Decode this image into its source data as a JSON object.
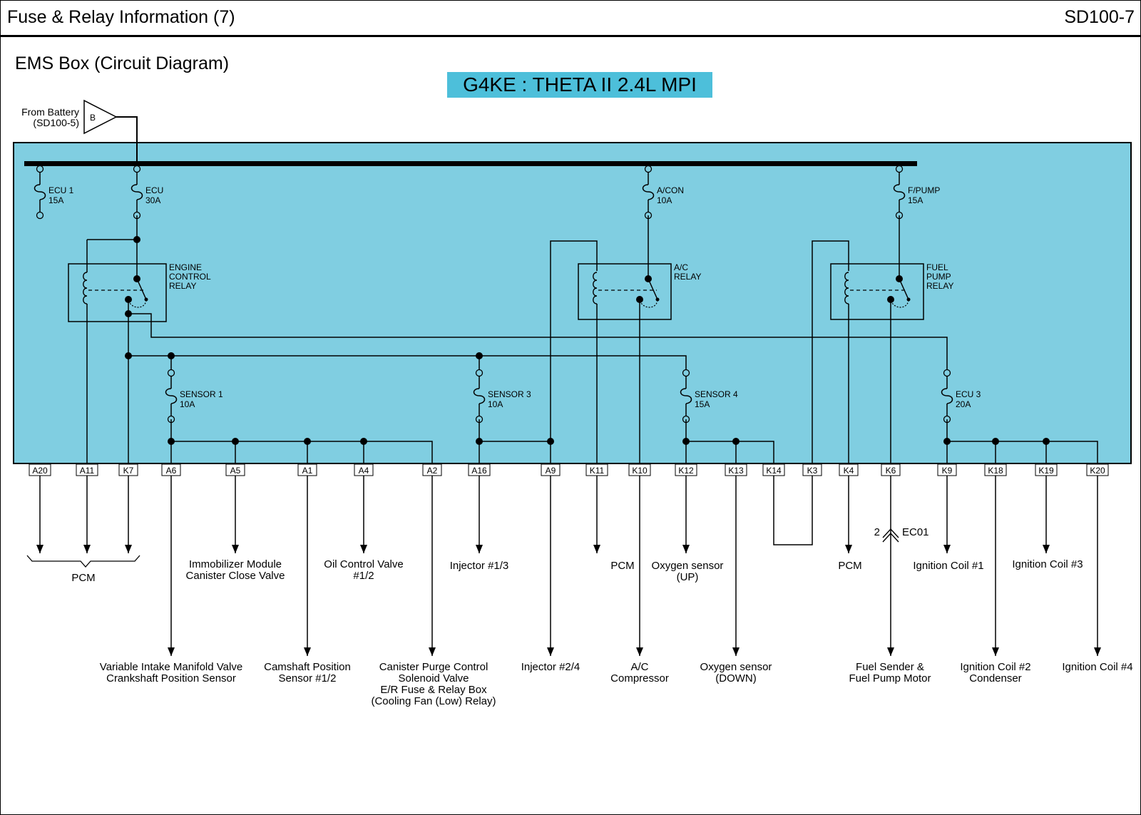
{
  "header": {
    "title": "Fuse & Relay Information (7)",
    "code": "SD100-7"
  },
  "subtitle": "EMS Box (Circuit Diagram)",
  "engine_label": "G4KE : THETA II 2.4L MPI",
  "colors": {
    "box_fill": "#80CEE1",
    "badge_fill": "#4DBFDA",
    "line": "#000000",
    "background": "#FFFFFF"
  },
  "battery": {
    "symbol": "B",
    "label_line1": "From Battery",
    "label_line2": "(SD100-5)"
  },
  "fuses": [
    {
      "id": "ecu1",
      "name": "ECU 1",
      "rating": "15A"
    },
    {
      "id": "ecu",
      "name": "ECU",
      "rating": "30A"
    },
    {
      "id": "acon",
      "name": "A/CON",
      "rating": "10A"
    },
    {
      "id": "fpump",
      "name": "F/PUMP",
      "rating": "15A"
    },
    {
      "id": "sensor1",
      "name": "SENSOR 1",
      "rating": "10A"
    },
    {
      "id": "sensor3",
      "name": "SENSOR 3",
      "rating": "10A"
    },
    {
      "id": "sensor4",
      "name": "SENSOR 4",
      "rating": "15A"
    },
    {
      "id": "ecu3",
      "name": "ECU 3",
      "rating": "20A"
    }
  ],
  "relays": [
    {
      "id": "engine",
      "lines": [
        "ENGINE",
        "CONTROL",
        "RELAY"
      ]
    },
    {
      "id": "ac",
      "lines": [
        "A/C",
        "RELAY"
      ]
    },
    {
      "id": "fuel",
      "lines": [
        "FUEL",
        "PUMP",
        "RELAY"
      ]
    }
  ],
  "terminals": [
    "A20",
    "A11",
    "K7",
    "A6",
    "A5",
    "A1",
    "A4",
    "A2",
    "A16",
    "A9",
    "K11",
    "K10",
    "K12",
    "K13",
    "K14",
    "K3",
    "K4",
    "K6",
    "K9",
    "K18",
    "K19",
    "K20"
  ],
  "connector": {
    "pin": "2",
    "name": "EC01"
  },
  "loads": {
    "pcm_group": "PCM",
    "immobilizer": [
      "Immobilizer Module",
      "Canister Close Valve"
    ],
    "oil_control": [
      "Oil Control Valve",
      "#1/2"
    ],
    "injector13": [
      "Injector #1/3"
    ],
    "pcm_k11": [
      "PCM"
    ],
    "o2_up": [
      "Oxygen sensor",
      "(UP)"
    ],
    "pcm_k4": [
      "PCM"
    ],
    "coil1": [
      "Ignition Coil #1"
    ],
    "coil3": [
      "Ignition Coil #3"
    ],
    "vim": [
      "Variable Intake Manifold Valve",
      "Crankshaft Position Sensor"
    ],
    "camshaft": [
      "Camshaft Position",
      "Sensor #1/2"
    ],
    "purge": [
      "Canister Purge Control",
      "Solenoid Valve",
      "E/R Fuse & Relay Box",
      "(Cooling Fan (Low) Relay)"
    ],
    "injector24": [
      "Injector #2/4"
    ],
    "ac_comp": [
      "A/C",
      "Compressor"
    ],
    "o2_down": [
      "Oxygen sensor",
      "(DOWN)"
    ],
    "fuel_sender": [
      "Fuel Sender &",
      "Fuel Pump Motor"
    ],
    "coil2": [
      "Ignition Coil #2",
      "Condenser"
    ],
    "coil4": [
      "Ignition Coil #4"
    ]
  }
}
